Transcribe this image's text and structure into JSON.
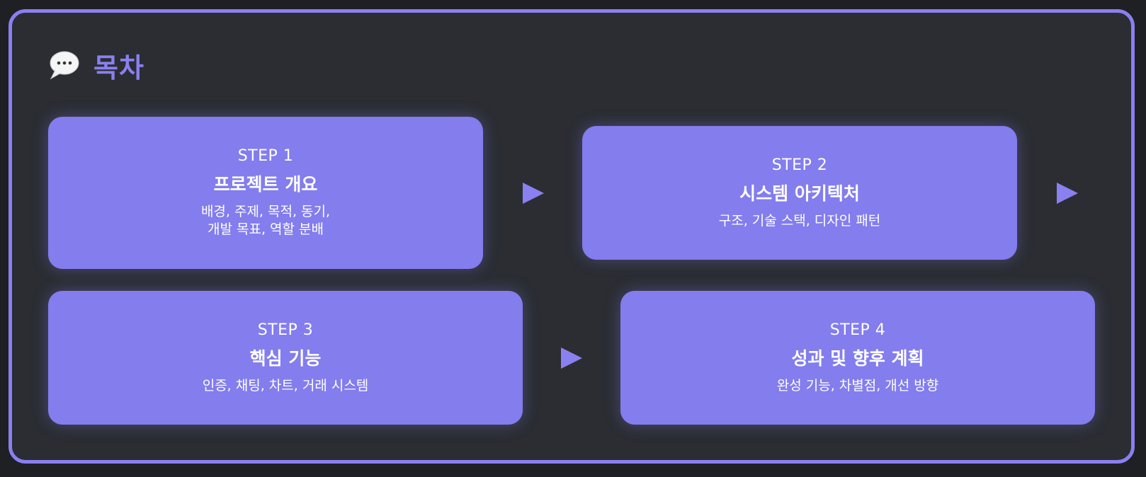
{
  "header": {
    "title": "목차",
    "icon": "speech-bubble-icon"
  },
  "steps": [
    {
      "label": "STEP 1",
      "title": "프로젝트 개요",
      "description": "배경, 주제, 목적, 동기,\n개발 목표, 역할 분배"
    },
    {
      "label": "STEP 2",
      "title": "시스템 아키텍처",
      "description": "구조, 기술 스택, 디자인 패턴"
    },
    {
      "label": "STEP 3",
      "title": "핵심 기능",
      "description": "인증, 채팅, 차트, 거래 시스템"
    },
    {
      "label": "STEP 4",
      "title": "성과 및 향후 계획",
      "description": "완성 기능, 차별점, 개선 방향"
    }
  ],
  "colors": {
    "background": "#2b2d33",
    "accent": "#8b80f0",
    "card": "#837dee",
    "card_text": "#ffffff"
  }
}
